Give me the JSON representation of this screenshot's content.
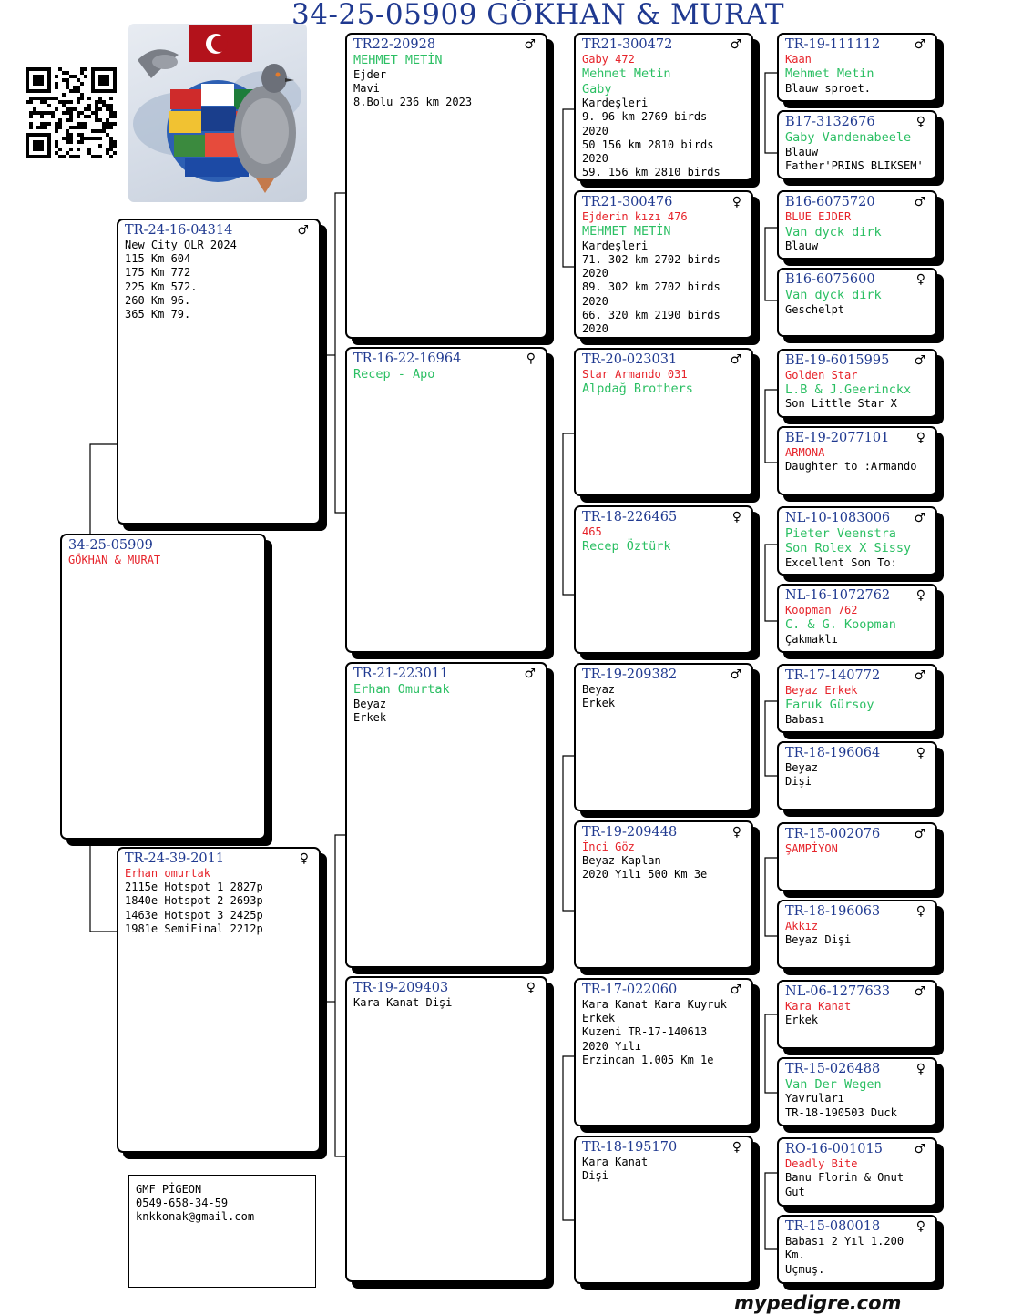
{
  "title": "34-25-05909  GÖKHAN & MURAT",
  "icons": {
    "male": "male-symbol-icon",
    "female": "female-symbol-icon",
    "qr": "qr-code-icon",
    "logo": "globe-pigeon-logo"
  },
  "colors": {
    "ring": "#1f3990",
    "name": "#e6232a",
    "breeder": "#2bbf63",
    "text": "#000000"
  },
  "sex": {
    "male": "♂",
    "female": "♀"
  },
  "subject": {
    "ring": "34-25-05909",
    "lines": [
      {
        "t": "GÖKHAN & MURAT",
        "c": "red"
      }
    ]
  },
  "sire": {
    "ring": "TR-24-16-04314",
    "sex": "male",
    "lines": [
      {
        "t": "New City OLR 2024",
        "c": "black"
      },
      {
        "t": "115 Km 604",
        "c": "black"
      },
      {
        "t": "175 Km 772",
        "c": "black"
      },
      {
        "t": "225 Km 572.",
        "c": "black"
      },
      {
        "t": "260 Km 96.",
        "c": "black"
      },
      {
        "t": "365 Km 79.",
        "c": "black"
      }
    ]
  },
  "dam": {
    "ring": "TR-24-39-2011",
    "sex": "female",
    "lines": [
      {
        "t": "Erhan omurtak",
        "c": "red"
      },
      {
        "t": "2115e Hotspot 1 2827p",
        "c": "black"
      },
      {
        "t": "1840e Hotspot 2 2693p",
        "c": "black"
      },
      {
        "t": "1463e Hotspot 3 2425p",
        "c": "black"
      },
      {
        "t": "1981e SemiFinal 2212p",
        "c": "black"
      }
    ]
  },
  "g2": [
    {
      "ring": "TR22-20928",
      "sex": "male",
      "lines": [
        {
          "t": "MEHMET METİN",
          "c": "green"
        },
        {
          "t": "Ejder",
          "c": "black"
        },
        {
          "t": "Mavi",
          "c": "black"
        },
        {
          "t": "8.Bolu 236 km 2023",
          "c": "black"
        }
      ]
    },
    {
      "ring": "TR-16-22-16964",
      "sex": "female",
      "lines": [
        {
          "t": "Recep - Apo",
          "c": "green"
        }
      ]
    },
    {
      "ring": "TR-21-223011",
      "sex": "male",
      "lines": [
        {
          "t": "Erhan Omurtak",
          "c": "green"
        },
        {
          "t": "Beyaz",
          "c": "black"
        },
        {
          "t": "Erkek",
          "c": "black"
        }
      ]
    },
    {
      "ring": "TR-19-209403",
      "sex": "female",
      "lines": [
        {
          "t": "Kara Kanat Dişi",
          "c": "black"
        }
      ]
    }
  ],
  "g3": [
    {
      "ring": "TR21-300472",
      "sex": "male",
      "lines": [
        {
          "t": "Gaby 472",
          "c": "red"
        },
        {
          "t": "Mehmet Metin",
          "c": "green"
        },
        {
          "t": "Gaby",
          "c": "green"
        },
        {
          "t": "Kardeşleri",
          "c": "black"
        },
        {
          "t": "9.   96 km 2769 birds",
          "c": "black"
        },
        {
          "t": "2020",
          "c": "black"
        },
        {
          "t": "50   156 km 2810 birds",
          "c": "black"
        },
        {
          "t": "2020",
          "c": "black"
        },
        {
          "t": "59.  156 km 2810 birds",
          "c": "black"
        }
      ]
    },
    {
      "ring": "TR21-300476",
      "sex": "female",
      "lines": [
        {
          "t": "Ejderin kızı 476",
          "c": "red"
        },
        {
          "t": "MEHMET METİN",
          "c": "green"
        },
        {
          "t": "Kardeşleri",
          "c": "black"
        },
        {
          "t": "71.   302 km 2702 birds",
          "c": "black"
        },
        {
          "t": "2020",
          "c": "black"
        },
        {
          "t": "89.   302 km 2702 birds",
          "c": "black"
        },
        {
          "t": "2020",
          "c": "black"
        },
        {
          "t": "66.   320 km 2190 birds",
          "c": "black"
        },
        {
          "t": "2020",
          "c": "black"
        }
      ]
    },
    {
      "ring": "TR-20-023031",
      "sex": "male",
      "lines": [
        {
          "t": "Star Armando 031",
          "c": "red"
        },
        {
          "t": "Alpdağ Brothers",
          "c": "green"
        }
      ]
    },
    {
      "ring": "TR-18-226465",
      "sex": "female",
      "lines": [
        {
          "t": "465",
          "c": "red"
        },
        {
          "t": "Recep Öztürk",
          "c": "green"
        }
      ]
    },
    {
      "ring": "TR-19-209382",
      "sex": "male",
      "lines": [
        {
          "t": "Beyaz",
          "c": "black"
        },
        {
          "t": "Erkek",
          "c": "black"
        }
      ]
    },
    {
      "ring": "TR-19-209448",
      "sex": "female",
      "lines": [
        {
          "t": "İnci Göz",
          "c": "red"
        },
        {
          "t": "Beyaz Kaplan",
          "c": "black"
        },
        {
          "t": "2020 Yılı 500 Km 3e",
          "c": "black"
        }
      ]
    },
    {
      "ring": "TR-17-022060",
      "sex": "male",
      "lines": [
        {
          "t": "Kara Kanat Kara Kuyruk",
          "c": "black"
        },
        {
          "t": "Erkek",
          "c": "black"
        },
        {
          "t": "Kuzeni TR-17-140613",
          "c": "black"
        },
        {
          "t": "2020 Yılı",
          "c": "black"
        },
        {
          "t": "Erzincan 1.005 Km 1e",
          "c": "black"
        }
      ]
    },
    {
      "ring": "TR-18-195170",
      "sex": "female",
      "lines": [
        {
          "t": "Kara Kanat",
          "c": "black"
        },
        {
          "t": "Dişi",
          "c": "black"
        }
      ]
    }
  ],
  "g4": [
    {
      "ring": "TR-19-111112",
      "sex": "male",
      "lines": [
        {
          "t": "Kaan",
          "c": "red"
        },
        {
          "t": "Mehmet Metin",
          "c": "green"
        },
        {
          "t": "Blauw sproet.",
          "c": "black"
        }
      ]
    },
    {
      "ring": "B17-3132676",
      "sex": "female",
      "lines": [
        {
          "t": "Gaby Vandenabeele",
          "c": "green"
        },
        {
          "t": "Blauw",
          "c": "black"
        },
        {
          "t": "Father'PRINS BLIKSEM'",
          "c": "black"
        }
      ]
    },
    {
      "ring": "B16-6075720",
      "sex": "male",
      "lines": [
        {
          "t": "BLUE EJDER",
          "c": "red"
        },
        {
          "t": "Van dyck dirk",
          "c": "green"
        },
        {
          "t": "Blauw",
          "c": "black"
        }
      ]
    },
    {
      "ring": "B16-6075600",
      "sex": "female",
      "lines": [
        {
          "t": "Van dyck dirk",
          "c": "green"
        },
        {
          "t": "Geschelpt",
          "c": "black"
        }
      ]
    },
    {
      "ring": "BE-19-6015995",
      "sex": "male",
      "lines": [
        {
          "t": "Golden Star",
          "c": "red"
        },
        {
          "t": "L.B & J.Geerinckx",
          "c": "green"
        },
        {
          "t": "Son Little Star X",
          "c": "black"
        }
      ]
    },
    {
      "ring": "BE-19-2077101",
      "sex": "female",
      "lines": [
        {
          "t": "ARMONA",
          "c": "red"
        },
        {
          "t": " ",
          "c": "black"
        },
        {
          "t": "Daughter to :Armando",
          "c": "black"
        }
      ]
    },
    {
      "ring": "NL-10-1083006",
      "sex": "male",
      "lines": [
        {
          "t": "Pieter Veenstra",
          "c": "green"
        },
        {
          "t": "Son Rolex X Sissy",
          "c": "green"
        },
        {
          "t": "Excellent Son To:",
          "c": "black"
        }
      ]
    },
    {
      "ring": "NL-16-1072762",
      "sex": "female",
      "lines": [
        {
          "t": "Koopman 762",
          "c": "red"
        },
        {
          "t": "C. & G. Koopman",
          "c": "green"
        },
        {
          "t": "Çakmaklı",
          "c": "black"
        }
      ]
    },
    {
      "ring": "TR-17-140772",
      "sex": "male",
      "lines": [
        {
          "t": "Beyaz Erkek",
          "c": "red"
        },
        {
          "t": "Faruk Gürsoy",
          "c": "green"
        },
        {
          "t": "Babası",
          "c": "black"
        }
      ]
    },
    {
      "ring": "TR-18-196064",
      "sex": "female",
      "lines": [
        {
          "t": "Beyaz",
          "c": "black"
        },
        {
          "t": "Dişi",
          "c": "black"
        }
      ]
    },
    {
      "ring": "TR-15-002076",
      "sex": "male",
      "lines": [
        {
          "t": "ŞAMPİYON",
          "c": "red"
        }
      ]
    },
    {
      "ring": "TR-18-196063",
      "sex": "female",
      "lines": [
        {
          "t": "Akkız",
          "c": "red"
        },
        {
          "t": "Beyaz Dişi",
          "c": "black"
        }
      ]
    },
    {
      "ring": "NL-06-1277633",
      "sex": "male",
      "lines": [
        {
          "t": "Kara Kanat",
          "c": "red"
        },
        {
          "t": "Erkek",
          "c": "black"
        }
      ]
    },
    {
      "ring": "TR-15-026488",
      "sex": "female",
      "lines": [
        {
          "t": "Van Der Wegen",
          "c": "green"
        },
        {
          "t": "Yavruları",
          "c": "black"
        },
        {
          "t": "TR-18-190503 Duck",
          "c": "black"
        }
      ]
    },
    {
      "ring": "RO-16-001015",
      "sex": "male",
      "lines": [
        {
          "t": "Deadly Bite",
          "c": "red"
        },
        {
          "t": "Banu Florin & Onut",
          "c": "black"
        },
        {
          "t": "Gut",
          "c": "black"
        }
      ]
    },
    {
      "ring": "TR-15-080018",
      "sex": "female",
      "lines": [
        {
          "t": "Babası 2 Yıl 1.200",
          "c": "black"
        },
        {
          "t": "Km.",
          "c": "black"
        },
        {
          "t": "Uçmuş.",
          "c": "black"
        }
      ]
    }
  ],
  "contact": {
    "lines": [
      "GMF PİGEON",
      "0549-658-34-59",
      "knkkonak@gmail.com"
    ]
  },
  "footer": "mypedigre.com"
}
